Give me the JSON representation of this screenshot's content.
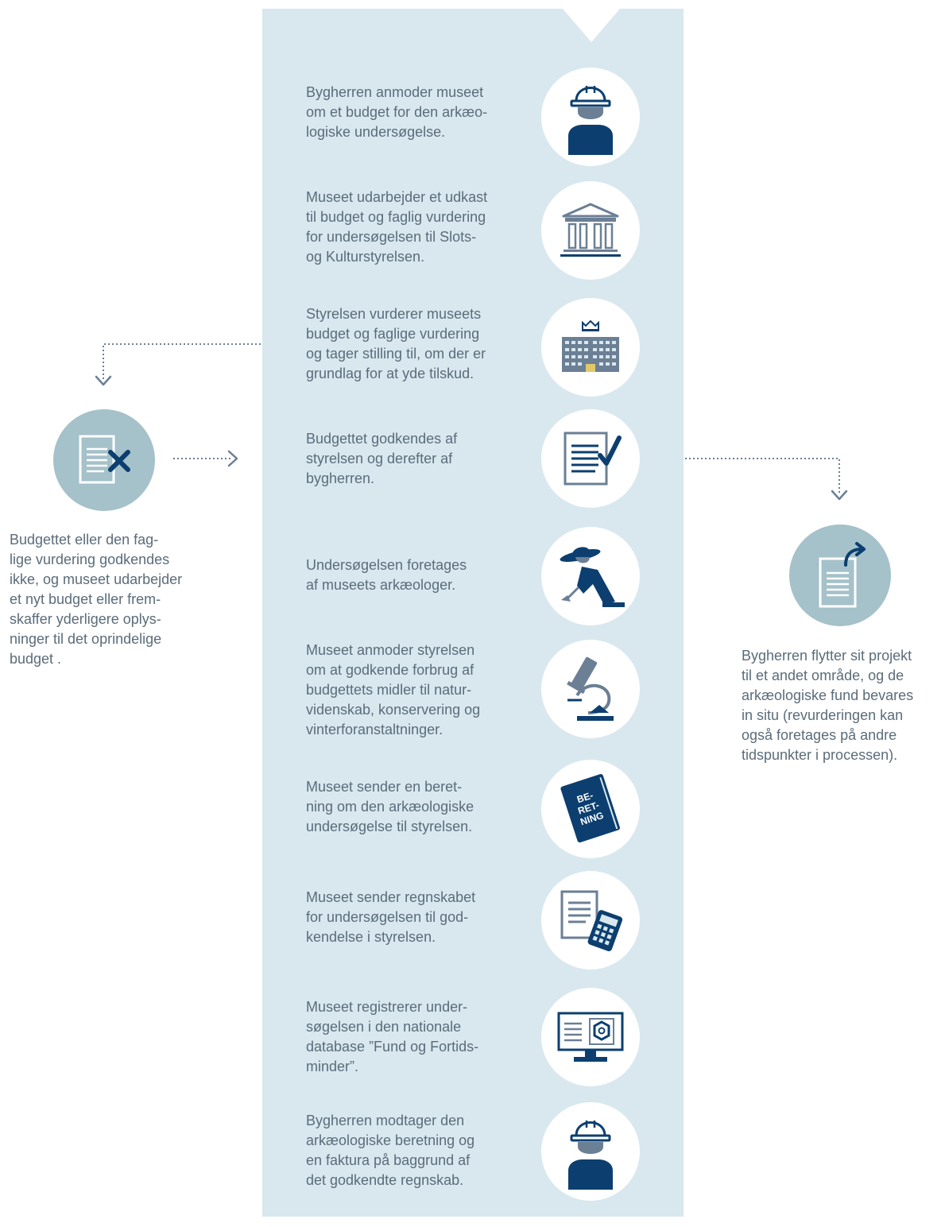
{
  "steps": [
    {
      "text": "Bygherren anmoder museet\nom et budget for den arkæo-\nlogiske undersøgelse.",
      "icon": "builder-icon"
    },
    {
      "text": "Museet udarbejder et udkast\ntil budget og faglig vurdering\nfor undersøgelsen til Slots-\nog Kulturstyrelsen.",
      "icon": "museum-icon"
    },
    {
      "text": "Styrelsen vurderer museets\nbudget og faglige vurdering\nog tager stilling til, om der er\ngrundlag for at yde tilskud.",
      "icon": "agency-building-icon"
    },
    {
      "text": "Budgettet godkendes af\nstyrelsen og derefter af\nbygherren.",
      "icon": "approved-document-icon"
    },
    {
      "text": "Undersøgelsen foretages\naf museets arkæologer.",
      "icon": "archaeologist-icon"
    },
    {
      "text": "Museet anmoder styrelsen\nom at godkende forbrug af\nbudgettets midler til natur-\nvidenskab, konservering og\nvinterforanstaltninger.",
      "icon": "microscope-icon"
    },
    {
      "text": "Museet sender en beret-\nning om den arkæologiske\nundersøgelse til styrelsen.",
      "icon": "report-book-icon",
      "book_label": [
        "BE-",
        "RET-",
        "NING"
      ]
    },
    {
      "text": "Museet sender regnskabet\nfor undersøgelsen til god-\nkendelse i styrelsen.",
      "icon": "accounts-calculator-icon"
    },
    {
      "text": "Museet registrerer under-\nsøgelsen i den nationale\ndatabase ”Fund og Fortids-\nminder”.",
      "icon": "database-monitor-icon"
    },
    {
      "text": "Bygherren modtager den\narkæologiske beretning og\nen faktura på baggrund af\ndet godkendte regnskab.",
      "icon": "builder-icon"
    }
  ],
  "left_branch": {
    "text": "Budgettet eller den fag-\nlige vurdering godkendes\nikke, og museet udarbejder\net nyt budget eller frem-\nskaffer yderligere oplys-\nninger til det oprindelige\nbudget .",
    "icon": "rejected-document-icon"
  },
  "right_branch": {
    "text": "Bygherren flytter sit projekt\ntil et andet område, og de\narkæologiske fund bevares\nin situ (revurderingen kan\nogså foretages på andre\ntidspunkter i processen).",
    "icon": "relocate-document-icon"
  },
  "colors": {
    "column_bg": "#d9e8ef",
    "dark_blue": "#0c3f6f",
    "slate_gray": "#6b7f95",
    "side_circle": "#a5c1c9",
    "text": "#5b6c7a"
  }
}
